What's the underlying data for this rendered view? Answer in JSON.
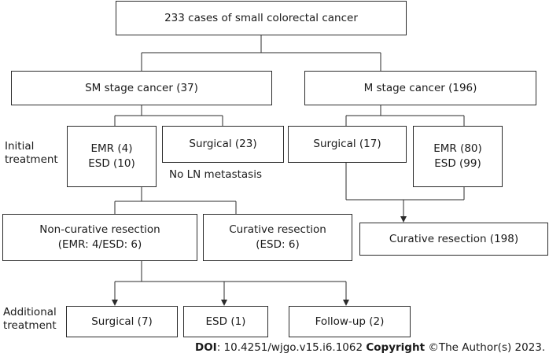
{
  "root": {
    "label": "233 cases of small colorectal cancer"
  },
  "sm": {
    "label": "SM stage cancer (37)"
  },
  "m": {
    "label": "M stage cancer (196)"
  },
  "initial_label": [
    "Initial",
    "treatment"
  ],
  "sm_endo": {
    "line1": "EMR (4)",
    "line2": "ESD (10)"
  },
  "sm_surgical": {
    "label": "Surgical (23)"
  },
  "no_ln": {
    "label": "No LN metastasis"
  },
  "m_surgical": {
    "label": "Surgical (17)"
  },
  "m_endo": {
    "line1": "EMR (80)",
    "line2": "ESD (99)"
  },
  "noncurative": {
    "line1": "Non-curative resection",
    "line2": "(EMR: 4/ESD: 6)"
  },
  "curative_sm": {
    "line1": "Curative resection",
    "line2": "(ESD: 6)"
  },
  "curative_m": {
    "label": "Curative resection (198)"
  },
  "additional_label": [
    "Additional",
    "treatment"
  ],
  "add_surgical": {
    "label": "Surgical (7)"
  },
  "add_esd": {
    "label": "ESD (1)"
  },
  "add_followup": {
    "label": "Follow-up (2)"
  },
  "footer": {
    "doi_label": "DOI",
    "doi_text": ": 10.4251/wjgo.v15.i6.1062 ",
    "copyright_label": "Copyright",
    "copyright_text": " ©The Author(s) 2023."
  }
}
